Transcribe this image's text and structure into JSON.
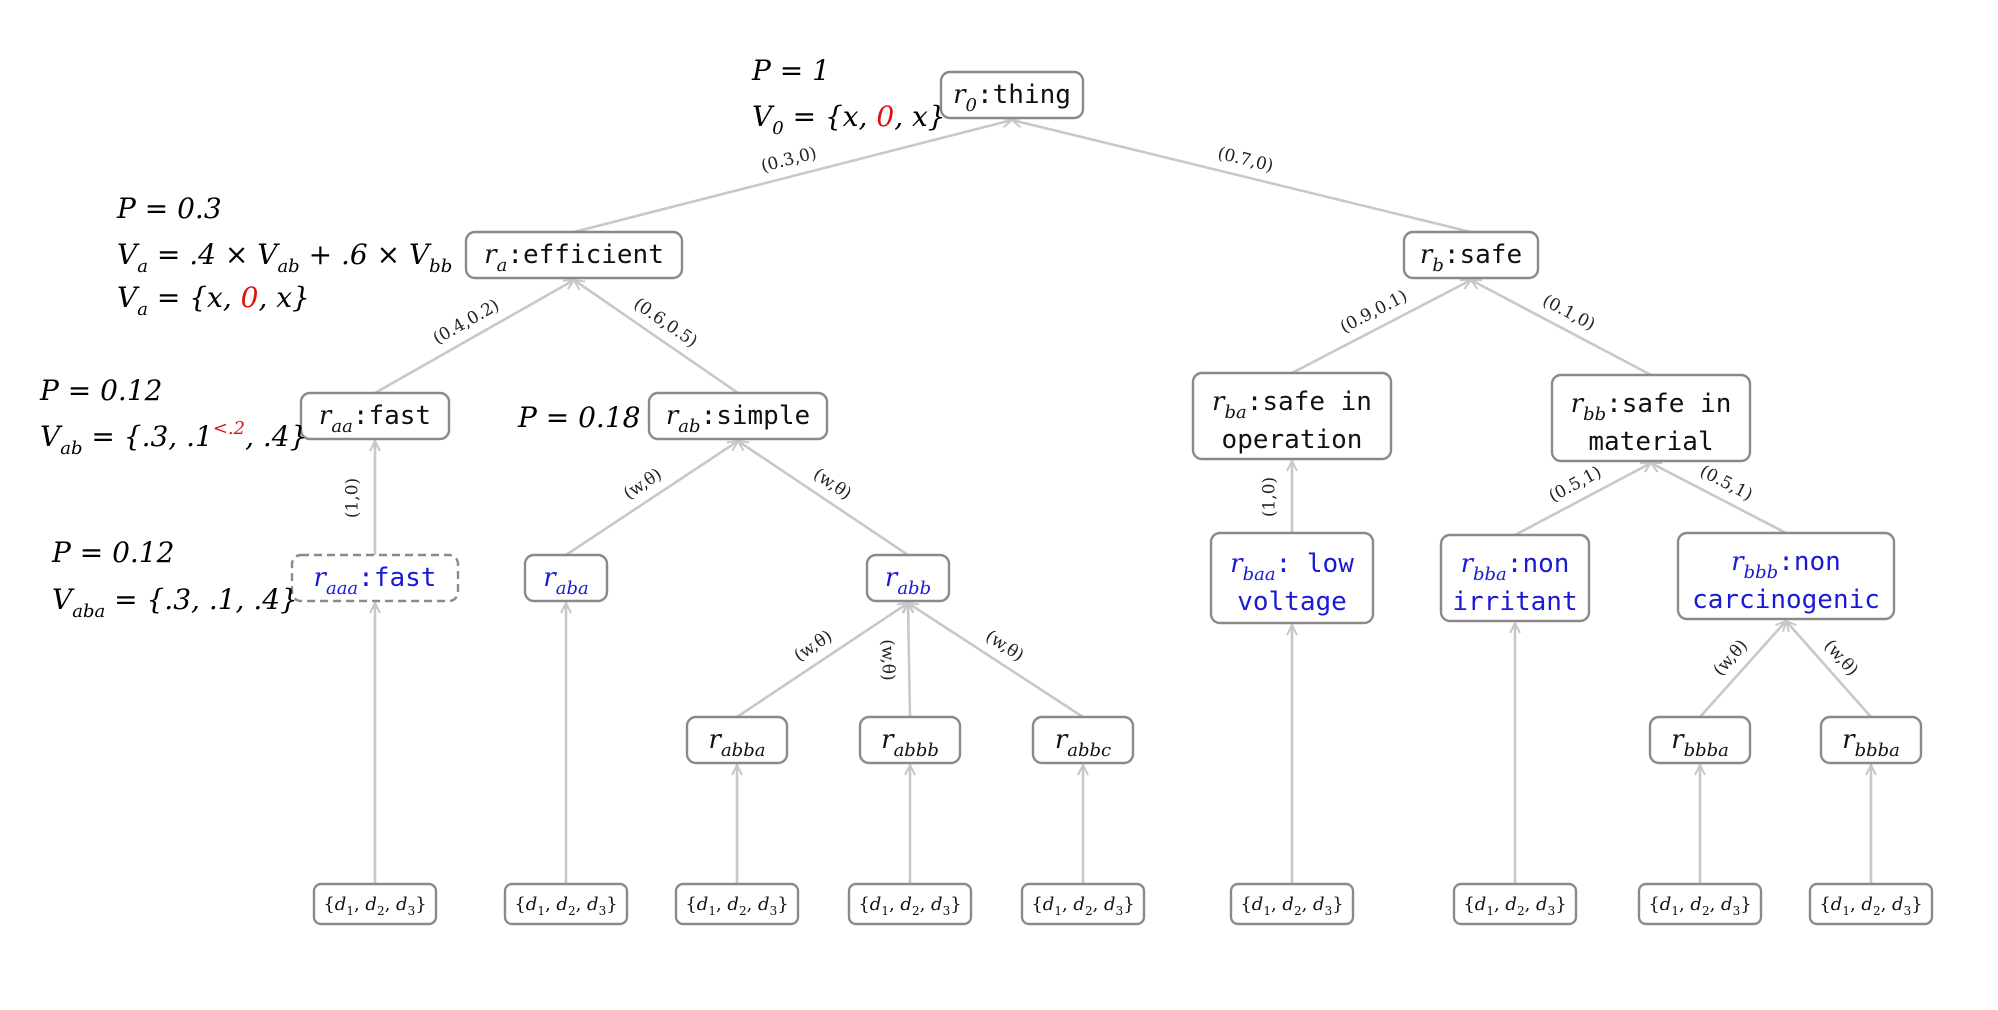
{
  "colors": {
    "edge": "#c8c8c8",
    "box_stroke": "#8a8a8a",
    "new_concept": "#1a1ad6",
    "highlight": "#e01010"
  },
  "nodes": [
    {
      "id": "r0",
      "sub": "0",
      "text": "thing",
      "blue": false
    },
    {
      "id": "ra",
      "sub": "a",
      "text": "efficient",
      "blue": false
    },
    {
      "id": "rb",
      "sub": "b",
      "text": "safe",
      "blue": false
    },
    {
      "id": "raa",
      "sub": "aa",
      "text": "fast",
      "blue": false
    },
    {
      "id": "rab",
      "sub": "ab",
      "text": "simple",
      "blue": false
    },
    {
      "id": "rba",
      "sub": "ba",
      "text": "safe in",
      "text2": "operation",
      "blue": false
    },
    {
      "id": "rbb",
      "sub": "bb",
      "text": "safe in",
      "text2": "material",
      "blue": false
    },
    {
      "id": "raaa",
      "sub": "aaa",
      "text": "fast",
      "blue": true,
      "dashed": true
    },
    {
      "id": "raba",
      "sub": "aba",
      "text": "",
      "blue": true
    },
    {
      "id": "rabb",
      "sub": "abb",
      "text": "",
      "blue": true
    },
    {
      "id": "rbaa",
      "sub": "baa",
      "text": " low",
      "text2": "voltage",
      "blue": true
    },
    {
      "id": "rbba",
      "sub": "bba",
      "text": "non",
      "text2": "irritant",
      "blue": true
    },
    {
      "id": "rbbb",
      "sub": "bbb",
      "text": "non",
      "text2": "carcinogenic",
      "blue": true
    },
    {
      "id": "rabba",
      "sub": "abba",
      "text": "",
      "blue": false
    },
    {
      "id": "rabbb",
      "sub": "abbb",
      "text": "",
      "blue": false
    },
    {
      "id": "rabbc",
      "sub": "abbc",
      "text": "",
      "blue": false
    },
    {
      "id": "rbbba1",
      "sub": "bbba",
      "text": "",
      "blue": false
    },
    {
      "id": "rbbba2",
      "sub": "bbba",
      "text": "",
      "blue": false
    }
  ],
  "edges": [
    {
      "from": "ra",
      "to": "r0",
      "label": "(0.3,0)"
    },
    {
      "from": "rb",
      "to": "r0",
      "label": "(0.7,0)"
    },
    {
      "from": "raa",
      "to": "ra",
      "label": "(0.4,0.2)"
    },
    {
      "from": "rab",
      "to": "ra",
      "label": "(0.6,0.5)"
    },
    {
      "from": "rba",
      "to": "rb",
      "label": "(0.9,0.1)"
    },
    {
      "from": "rbb",
      "to": "rb",
      "label": "(0.1,0)"
    },
    {
      "from": "raaa",
      "to": "raa",
      "label": "(1,0)"
    },
    {
      "from": "raba",
      "to": "rab",
      "label": "(w,θ)"
    },
    {
      "from": "rabb",
      "to": "rab",
      "label": "(w,θ)"
    },
    {
      "from": "rabba",
      "to": "rabb",
      "label": "(w,θ)"
    },
    {
      "from": "rabbb",
      "to": "rabb",
      "label": "(w,θ)"
    },
    {
      "from": "rabbc",
      "to": "rabb",
      "label": "(w,θ)"
    },
    {
      "from": "rbaa",
      "to": "rba",
      "label": "(1,0)"
    },
    {
      "from": "rbba",
      "to": "rbb",
      "label": "(0.5,1)"
    },
    {
      "from": "rbbb",
      "to": "rbb",
      "label": "(0.5,1)"
    },
    {
      "from": "rbbba1",
      "to": "rbbb",
      "label": "(w,θ)"
    },
    {
      "from": "rbbba2",
      "to": "rbbb",
      "label": "(w,θ)"
    }
  ],
  "documents": {
    "label": "{d1, d2, d3}",
    "attached_to": [
      "raaa",
      "raba",
      "rabba",
      "rabbb",
      "rabbc",
      "rbaa",
      "rbba",
      "rbbba1",
      "rbbba2"
    ]
  },
  "annotations": {
    "root": {
      "p": "P = 1",
      "v": "V0 = {x, 0, x}"
    },
    "ra": {
      "p": "P = 0.3",
      "v1": "Va = .4 × Vab + .6 × Vbb",
      "v2": "Va = {x, 0, x}"
    },
    "raa": {
      "p": "P = 0.12",
      "v": "Vab = {.3, .1, .4}",
      "sup": "<.2"
    },
    "raaa": {
      "p": "P = 0.12",
      "v": "Vaba = {.3, .1, .4}"
    },
    "rab": {
      "p": "P = 0.18"
    }
  }
}
